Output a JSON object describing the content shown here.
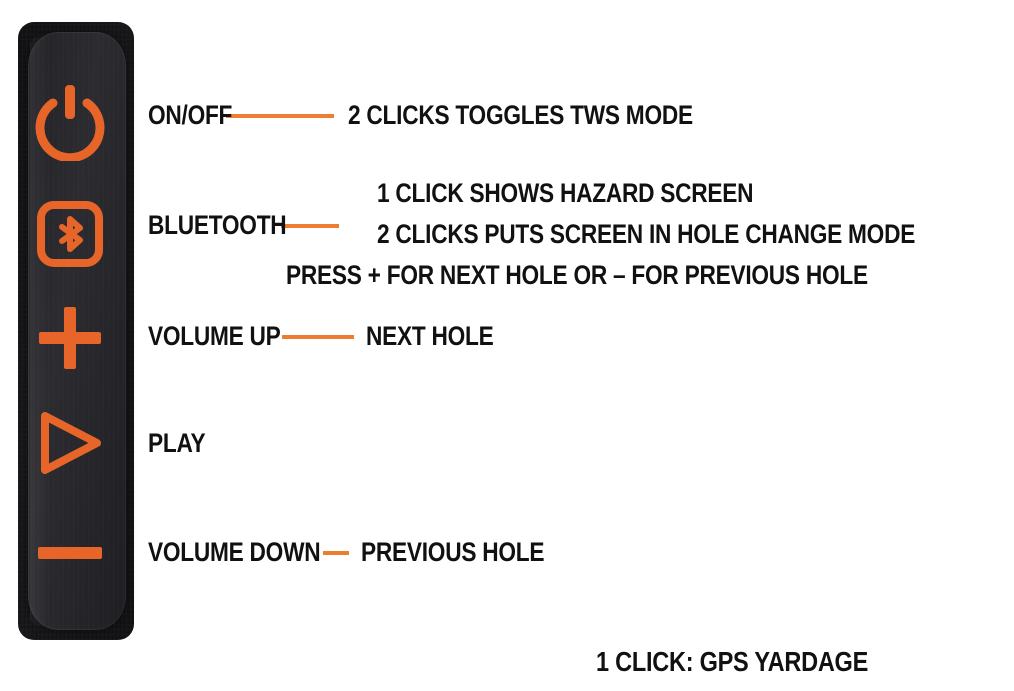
{
  "theme": {
    "accent_orange": "#ED7D31",
    "icon_orange": "#E8652A",
    "text_black": "#111111",
    "panel_dark": "#232327",
    "background": "#FFFFFF"
  },
  "device": {
    "name": "speaker-control-strip",
    "buttons": [
      {
        "id": "power",
        "icon": "power-icon",
        "label": "ON/OFF"
      },
      {
        "id": "bluetooth",
        "icon": "bluetooth-icon",
        "label": "BLUETOOTH"
      },
      {
        "id": "volume-up",
        "icon": "plus-icon",
        "label": "VOLUME UP"
      },
      {
        "id": "play",
        "icon": "play-icon",
        "label": "PLAY"
      },
      {
        "id": "volume-down",
        "icon": "minus-icon",
        "label": "VOLUME DOWN"
      }
    ]
  },
  "rows": {
    "power": {
      "label": "ON/OFF",
      "description": "2 CLICKS TOGGLES TWS MODE",
      "has_connector": true
    },
    "bluetooth": {
      "label": "BLUETOOTH",
      "has_connector": true,
      "lines": [
        {
          "plain": "1 CLICK SHOWS HAZARD SCREEN",
          "underlined": ""
        },
        {
          "plain": "2 CLICKS PUTS SCREEN IN ",
          "underlined": "HOLE CHANGE MODE"
        },
        {
          "plain": "",
          "underlined": "PRESS + FOR NEXT HOLE OR – FOR PREVIOUS HOLE"
        }
      ]
    },
    "volume_up": {
      "label": "VOLUME UP",
      "description": "NEXT HOLE",
      "has_connector": true
    },
    "play": {
      "label": "PLAY",
      "description": "",
      "has_connector": false
    },
    "volume_down": {
      "label": "VOLUME DOWN",
      "description": "PREVIOUS HOLE",
      "has_connector": true
    }
  },
  "footer": {
    "note": "1 CLICK: GPS YARDAGE"
  }
}
